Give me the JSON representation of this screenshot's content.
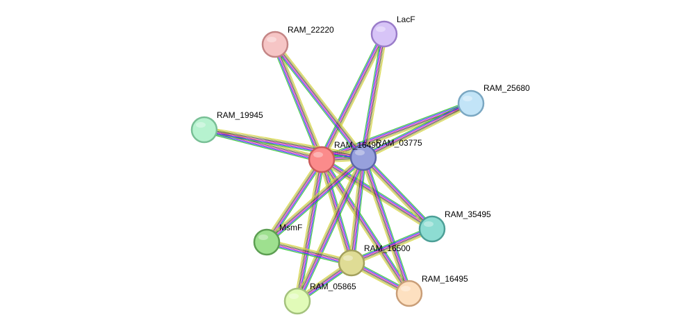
{
  "network": {
    "nodes": [
      {
        "id": "RAM_22220",
        "label": "RAM_22220",
        "color": "#f6c5c5",
        "stroke": "#c48585"
      },
      {
        "id": "LacF",
        "label": "LacF",
        "color": "#d7c4f7",
        "stroke": "#9a7cc9"
      },
      {
        "id": "RAM_25680",
        "label": "RAM_25680",
        "color": "#c2e4f7",
        "stroke": "#7aa7c2"
      },
      {
        "id": "RAM_19945",
        "label": "RAM_19945",
        "color": "#b6f2cf",
        "stroke": "#78bf95"
      },
      {
        "id": "RAM_16490",
        "label": "RAM_16490",
        "color": "#fb8b8b",
        "stroke": "#c95a5a"
      },
      {
        "id": "RAM_03775",
        "label": "RAM_03775",
        "color": "#97a0dc",
        "stroke": "#5b64a8"
      },
      {
        "id": "RAM_35495",
        "label": "RAM_35495",
        "color": "#8ddcd2",
        "stroke": "#4c9f96"
      },
      {
        "id": "MsmF",
        "label": "MsmF",
        "color": "#9ee08f",
        "stroke": "#5c9e52"
      },
      {
        "id": "RAM_16500",
        "label": "RAM_16500",
        "color": "#dfdc95",
        "stroke": "#a3a05c"
      },
      {
        "id": "RAM_05865",
        "label": "RAM_05865",
        "color": "#e1fbb8",
        "stroke": "#a4c27d"
      },
      {
        "id": "RAM_16495",
        "label": "RAM_16495",
        "color": "#fde0c0",
        "stroke": "#c99e78"
      }
    ],
    "edge_colors": [
      "#31c231",
      "#3131ff",
      "#e62eb9",
      "#4f4f4f",
      "#b3b34d",
      "#d6d63d"
    ],
    "edges": [
      [
        "RAM_16490",
        "RAM_22220"
      ],
      [
        "RAM_16490",
        "LacF"
      ],
      [
        "RAM_16490",
        "RAM_25680"
      ],
      [
        "RAM_16490",
        "RAM_19945"
      ],
      [
        "RAM_16490",
        "RAM_03775"
      ],
      [
        "RAM_16490",
        "RAM_35495"
      ],
      [
        "RAM_16490",
        "MsmF"
      ],
      [
        "RAM_16490",
        "RAM_16500"
      ],
      [
        "RAM_16490",
        "RAM_05865"
      ],
      [
        "RAM_16490",
        "RAM_16495"
      ],
      [
        "RAM_03775",
        "RAM_22220"
      ],
      [
        "RAM_03775",
        "LacF"
      ],
      [
        "RAM_03775",
        "RAM_25680"
      ],
      [
        "RAM_03775",
        "RAM_19945"
      ],
      [
        "RAM_03775",
        "RAM_35495"
      ],
      [
        "RAM_03775",
        "MsmF"
      ],
      [
        "RAM_03775",
        "RAM_16500"
      ],
      [
        "RAM_03775",
        "RAM_05865"
      ],
      [
        "RAM_03775",
        "RAM_16495"
      ],
      [
        "RAM_16500",
        "MsmF"
      ],
      [
        "RAM_16500",
        "RAM_05865"
      ],
      [
        "RAM_16500",
        "RAM_16495"
      ],
      [
        "RAM_16500",
        "RAM_35495"
      ]
    ]
  }
}
